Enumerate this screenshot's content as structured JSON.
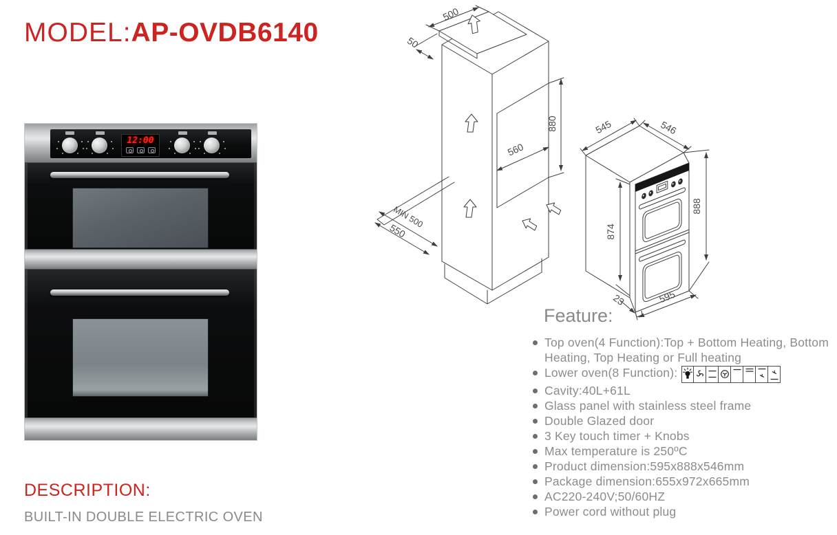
{
  "header": {
    "model_label": "MODEL:",
    "model_number": "AP-OVDB6140"
  },
  "oven_photo": {
    "display_time": "12:00",
    "knob_count": 4,
    "touch_key_count": 3
  },
  "drawings": {
    "cabinet": {
      "dims": {
        "top_width": "500",
        "top_thickness": "50",
        "niche_height": "880",
        "niche_width": "560",
        "min_depth": "MIN 500",
        "shelf_depth": "550"
      }
    },
    "oven": {
      "dims": {
        "depth_left": "545",
        "depth_right": "546",
        "total_height": "888",
        "body_height": "874",
        "width": "595",
        "front_proud": "23"
      }
    }
  },
  "features": {
    "heading": "Feature:",
    "items": [
      "Top oven(4 Function):Top + Bottom Heating, Bottom Heating, Top Heating or Full heating",
      "Lower oven(8 Function):",
      "Cavity:40L+61L",
      "Glass panel with stainless steel frame",
      "Double Glazed door",
      "3 Key touch timer + Knobs",
      "Max temperature is 250ºC",
      "Product dimension:595x888x546mm",
      "Package dimension:655x972x665mm",
      "AC220-240V;50/60HZ",
      "Power cord without plug"
    ],
    "function_icons": [
      "lamp-icon",
      "fan-icon",
      "top-bottom-heat-icon",
      "convection-icon",
      "top-heat-icon",
      "grill-icon",
      "grill-fan-icon",
      "fan-bottom-heat-icon"
    ]
  },
  "description": {
    "heading": "DESCRIPTION:",
    "text": "BUILT-IN DOUBLE ELECTRIC OVEN"
  },
  "colors": {
    "accent_red": "#cc2420",
    "text_gray": "#8c8c8c",
    "drawing_line": "#3f3f3f",
    "display_red": "#ff2015"
  }
}
